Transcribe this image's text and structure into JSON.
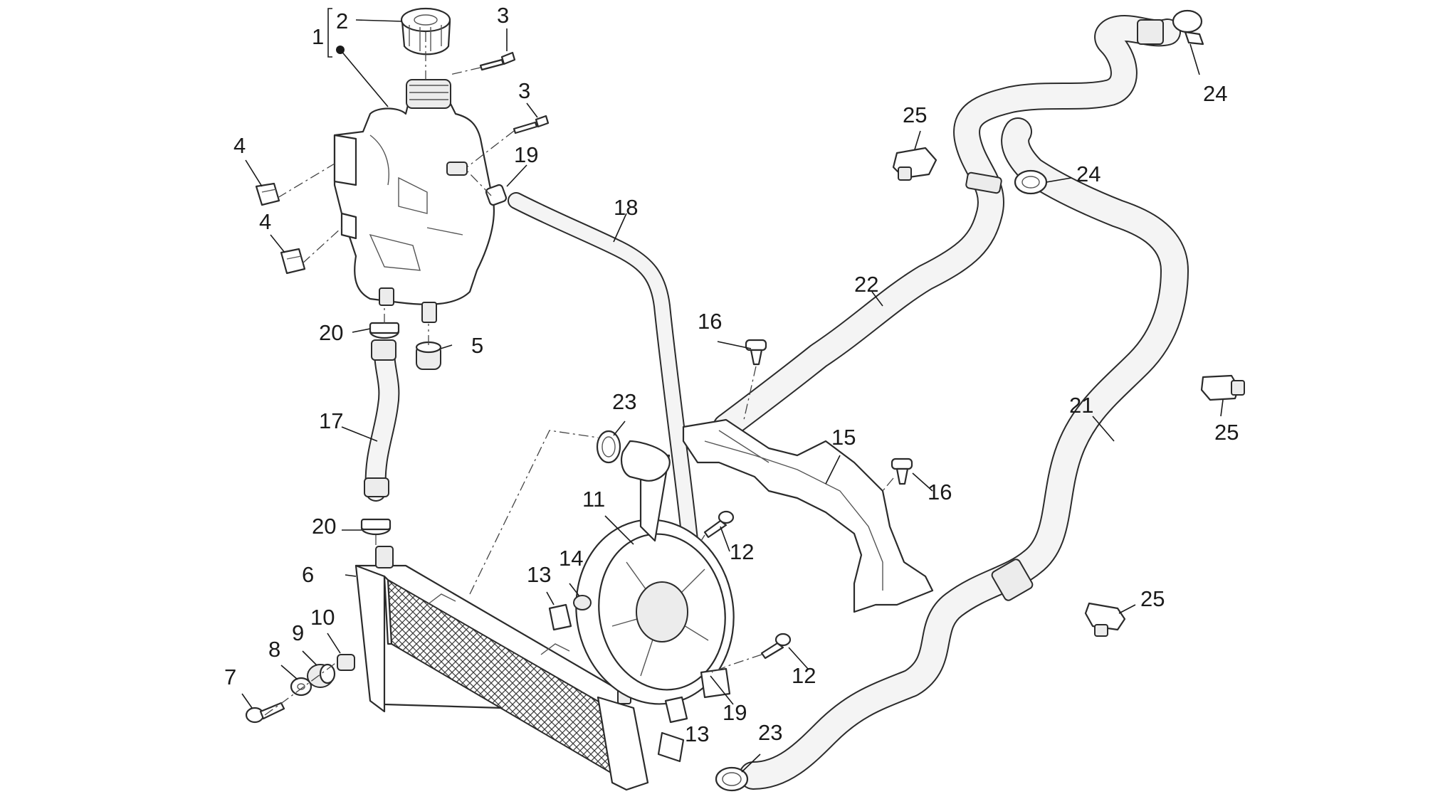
{
  "callouts": [
    {
      "id": "c1",
      "label": "1"
    },
    {
      "id": "c2",
      "label": "2"
    },
    {
      "id": "c3a",
      "label": "3"
    },
    {
      "id": "c3b",
      "label": "3"
    },
    {
      "id": "c4a",
      "label": "4"
    },
    {
      "id": "c4b",
      "label": "4"
    },
    {
      "id": "c5",
      "label": "5"
    },
    {
      "id": "c6",
      "label": "6"
    },
    {
      "id": "c7",
      "label": "7"
    },
    {
      "id": "c8",
      "label": "8"
    },
    {
      "id": "c9",
      "label": "9"
    },
    {
      "id": "c10",
      "label": "10"
    },
    {
      "id": "c11",
      "label": "11"
    },
    {
      "id": "c12a",
      "label": "12"
    },
    {
      "id": "c12b",
      "label": "12"
    },
    {
      "id": "c13a",
      "label": "13"
    },
    {
      "id": "c13b",
      "label": "13"
    },
    {
      "id": "c14",
      "label": "14"
    },
    {
      "id": "c15",
      "label": "15"
    },
    {
      "id": "c16a",
      "label": "16"
    },
    {
      "id": "c16b",
      "label": "16"
    },
    {
      "id": "c17",
      "label": "17"
    },
    {
      "id": "c18",
      "label": "18"
    },
    {
      "id": "c19a",
      "label": "19"
    },
    {
      "id": "c19b",
      "label": "19"
    },
    {
      "id": "c20a",
      "label": "20"
    },
    {
      "id": "c20b",
      "label": "20"
    },
    {
      "id": "c21",
      "label": "21"
    },
    {
      "id": "c22",
      "label": "22"
    },
    {
      "id": "c23a",
      "label": "23"
    },
    {
      "id": "c23b",
      "label": "23"
    },
    {
      "id": "c24a",
      "label": "24"
    },
    {
      "id": "c24b",
      "label": "24"
    },
    {
      "id": "c25a",
      "label": "25"
    },
    {
      "id": "c25b",
      "label": "25"
    },
    {
      "id": "c25c",
      "label": "25"
    }
  ],
  "colors": {
    "line": "#2b2b2b",
    "background": "#ffffff"
  }
}
